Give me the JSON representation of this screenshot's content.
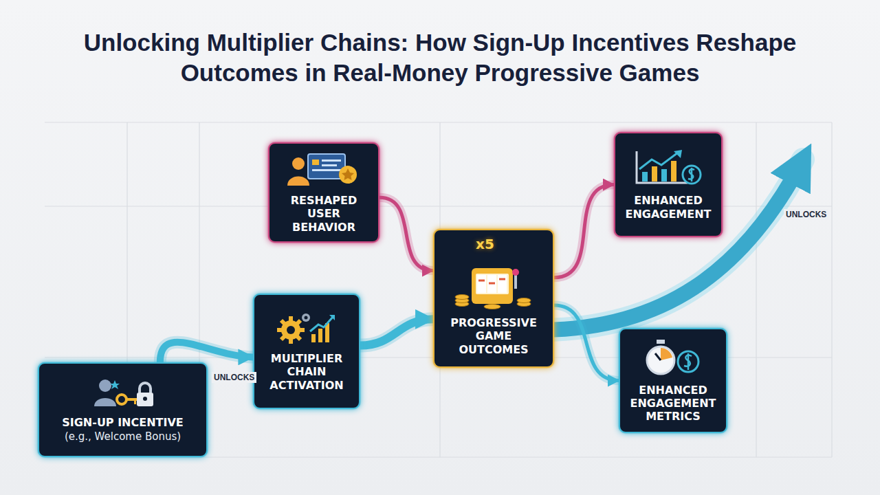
{
  "diagram": {
    "title": "Unlocking Multiplier Chains: How Sign-Up Incentives Reshape Outcomes in Real-Money Progressive Games",
    "nodes": [
      {
        "text": [
          "SIGN-UP INCENTIVE",
          "(e.g., Welcome Bonus)"
        ]
      },
      {
        "text": [
          "MULTIPLIER CHAIN ACTIVATION"
        ]
      },
      {
        "text": [
          "RESHAPED USER BEHAVIOR"
        ]
      },
      {
        "text": [
          "PROGRESSIVE GAME OUTCOMES"
        ]
      },
      {
        "text": [
          "ENHANCED ENGAGEMENT"
        ]
      },
      {
        "text": [
          "ENHANCED ENGAGEMENT METRICS"
        ]
      }
    ],
    "edges": [
      {
        "from": 0,
        "to": 1,
        "label": "UNLOCKS",
        "arrow": "to"
      },
      {
        "from": 1,
        "to": 3,
        "arrow": "to"
      },
      {
        "from": 2,
        "to": 3,
        "arrow": "to"
      },
      {
        "from": 3,
        "to": 4,
        "arrow": "to"
      },
      {
        "from": 3,
        "to": 5,
        "arrow": "to"
      }
    ],
    "labels": [
      "x5",
      "UNLOCKS"
    ]
  }
}
